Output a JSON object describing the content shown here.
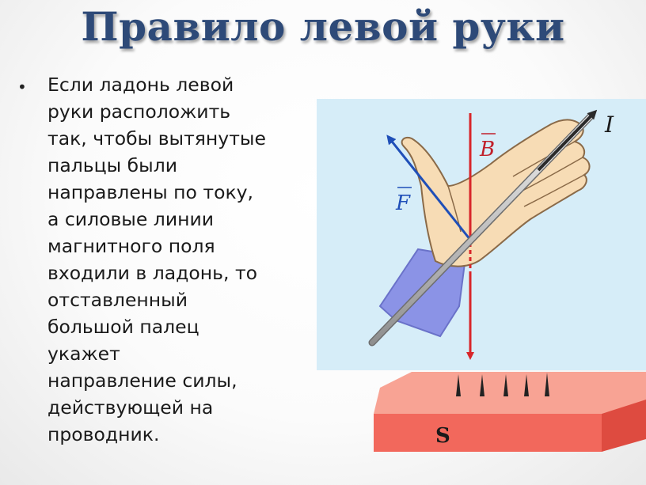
{
  "title": "Правило левой руки",
  "bullet": {
    "symbol": "•",
    "lines": [
      "Если ладонь левой",
      "руки расположить",
      "так, чтобы вытянутые",
      "пальцы были",
      "направлены по току,",
      "а силовые линии",
      "магнитного поля",
      "входили в ладонь, то",
      "отставленный",
      "большой палец",
      "укажет",
      "направление силы,",
      "действующей на",
      "проводник."
    ]
  },
  "figure": {
    "current_label": "I",
    "field_label": "B",
    "force_label": "F",
    "magnet_pole_label": "S",
    "colors": {
      "background": "#d6edf8",
      "field_arrow": "#d8262a",
      "force_arrow": "#1f4fb8",
      "magnet": "#f2685c",
      "sleeve": "#8b93e6",
      "hand": "#f7dcb5"
    }
  }
}
